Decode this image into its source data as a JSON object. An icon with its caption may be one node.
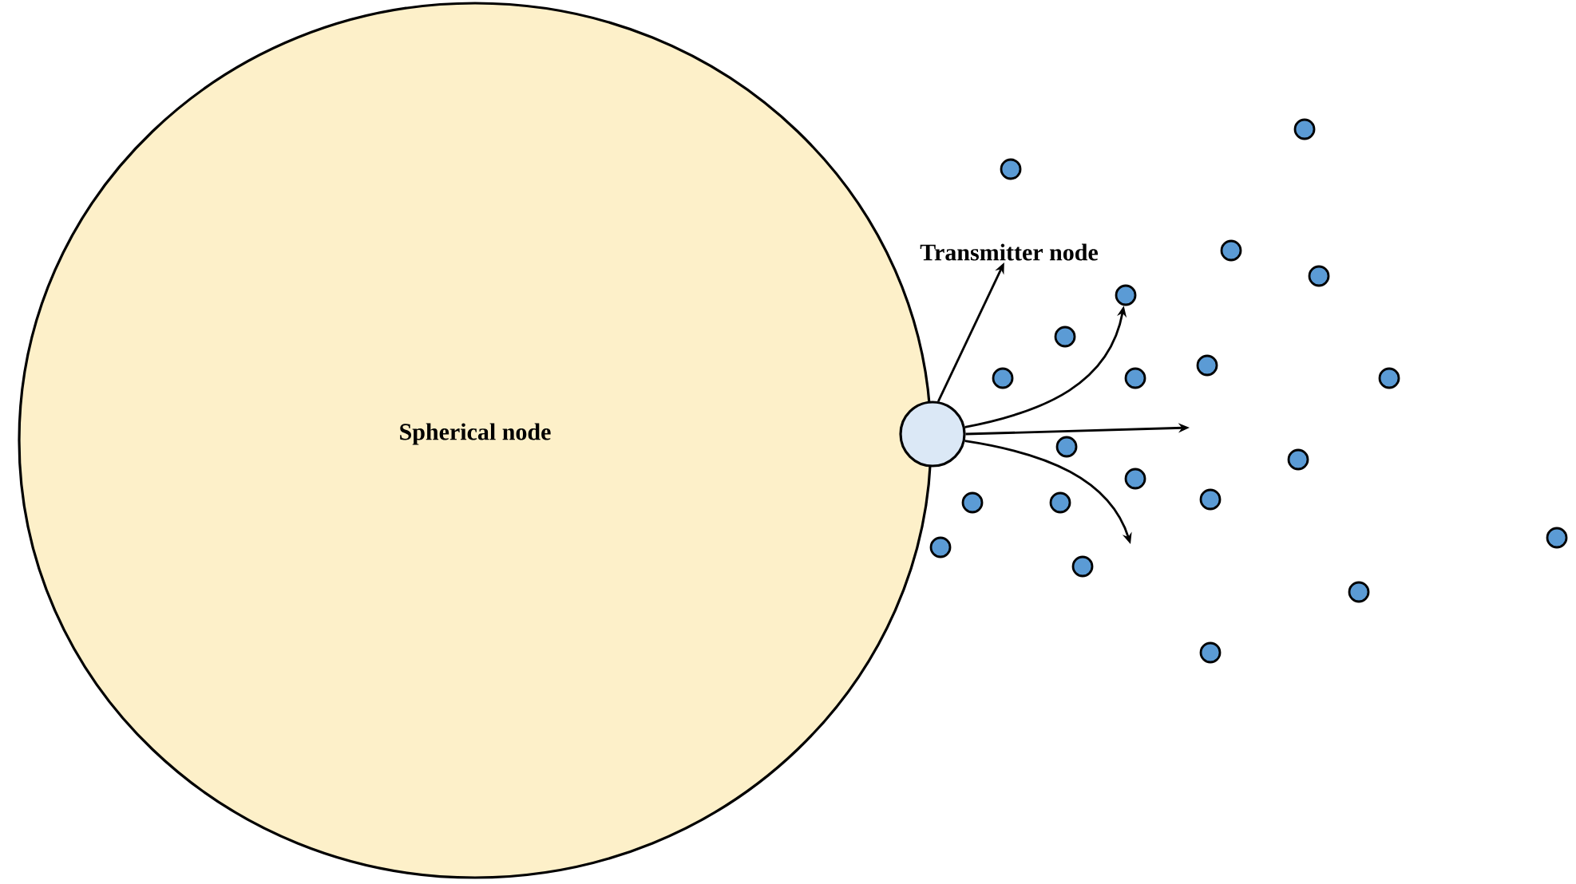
{
  "diagram": {
    "nodes": [
      {
        "text": [
          "Spherical node"
        ]
      },
      {
        "text": [],
        "shape": "circle"
      },
      {
        "text": [
          "Transmitter node"
        ]
      },
      {
        "text": [],
        "shape": "circle"
      },
      {
        "text": [],
        "shape": "circle"
      },
      {
        "text": [],
        "shape": "circle"
      },
      {
        "text": [],
        "shape": "circle"
      },
      {
        "text": [],
        "shape": "circle"
      },
      {
        "text": [],
        "shape": "circle"
      },
      {
        "text": [],
        "shape": "circle"
      },
      {
        "text": [],
        "shape": "circle"
      },
      {
        "text": [],
        "shape": "circle"
      },
      {
        "text": [],
        "shape": "circle"
      },
      {
        "text": [],
        "shape": "circle"
      },
      {
        "text": [],
        "shape": "circle"
      },
      {
        "text": [],
        "shape": "circle"
      },
      {
        "text": [],
        "shape": "circle"
      },
      {
        "text": [],
        "shape": "circle"
      },
      {
        "text": [],
        "shape": "circle"
      },
      {
        "text": [],
        "shape": "circle"
      },
      {
        "text": [],
        "shape": "circle"
      },
      {
        "text": [],
        "shape": "circle"
      },
      {
        "text": [],
        "shape": "circle"
      },
      {
        "text": [],
        "shape": "circle"
      }
    ],
    "edges": [
      {
        "from": 1,
        "to": 2,
        "arrow": "to"
      },
      {
        "from": 1,
        "to": 7,
        "arrow": "to"
      },
      {
        "from": 1,
        "to": null,
        "arrow": "to"
      },
      {
        "from": 1,
        "to": null,
        "arrow": "to"
      }
    ]
  }
}
